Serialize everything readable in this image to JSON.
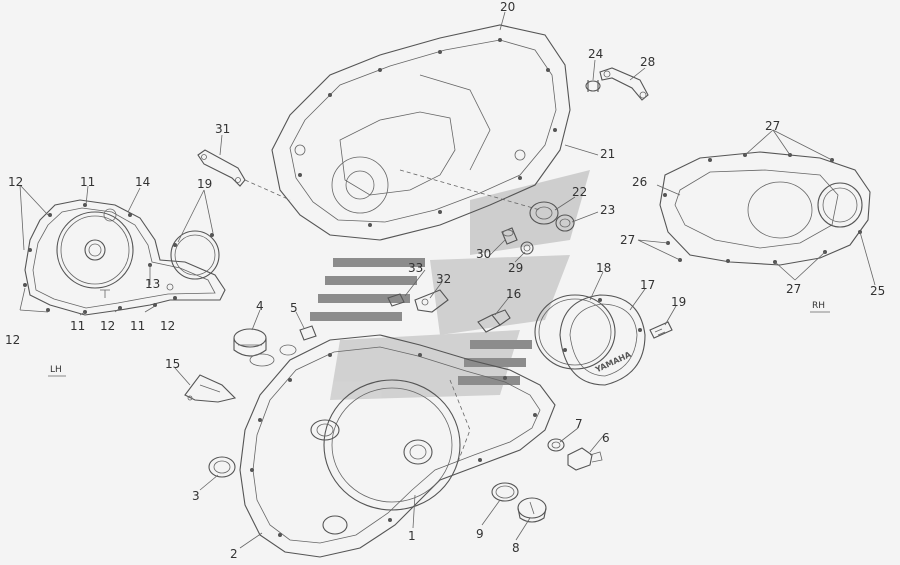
{
  "side_labels": {
    "lh": "LH",
    "rh": "RH"
  },
  "callouts": [
    "20",
    "24",
    "28",
    "31",
    "21",
    "12",
    "11",
    "14",
    "19",
    "22",
    "23",
    "26",
    "27",
    "30",
    "29",
    "18",
    "17",
    "25",
    "13",
    "33",
    "32",
    "16",
    "4",
    "5",
    "19",
    "15",
    "7",
    "6",
    "3",
    "9",
    "8",
    "2",
    "1"
  ],
  "stroke_color": "#555555",
  "background_color": "#f4f4f4",
  "watermark_color": "#a8a8a8"
}
